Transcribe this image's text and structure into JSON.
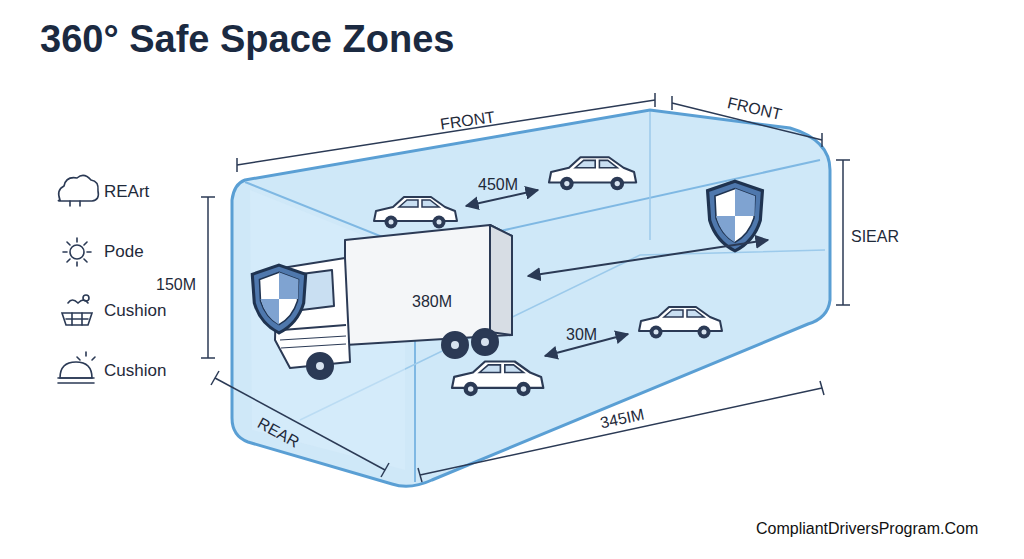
{
  "diagram": {
    "title": "360° Safe Space Zones",
    "labels": [
      "FRONT",
      "FRONT",
      "SIEAR",
      "150M",
      "450M",
      "380M",
      "30M",
      "REAR",
      "345IM",
      "CompliantDriversProgram.Com"
    ],
    "legend": [
      {
        "text": "REArt"
      },
      {
        "text": "Pode"
      },
      {
        "text": "Cushion"
      },
      {
        "text": "Cushion"
      }
    ]
  }
}
